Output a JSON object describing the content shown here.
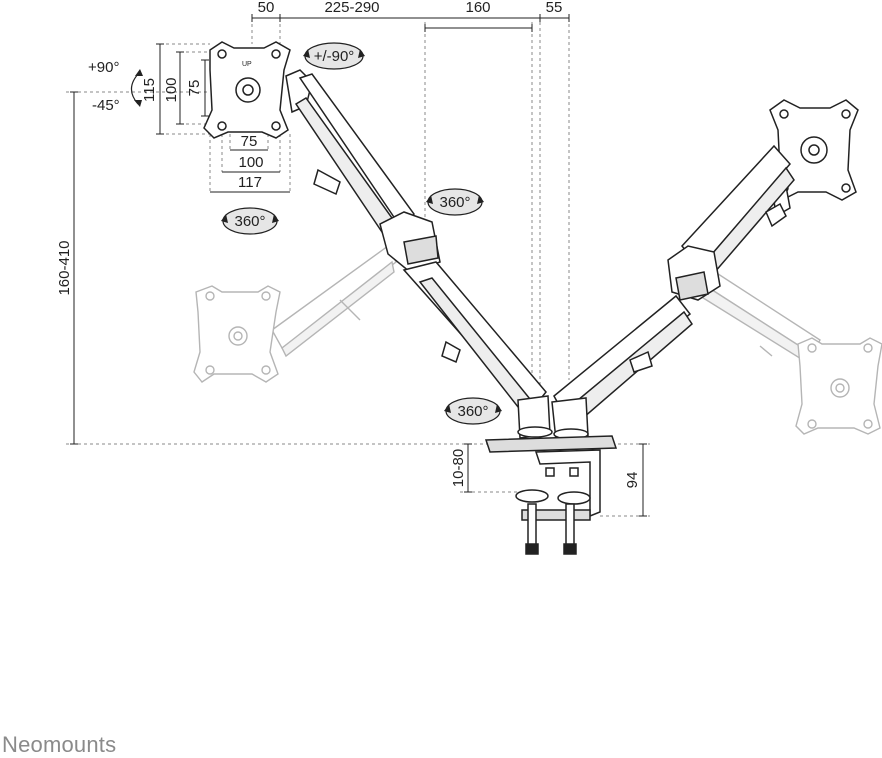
{
  "brand": {
    "name": "Neomounts"
  },
  "dimensions": {
    "top_50": "50",
    "top_225_290": "225-290",
    "top_160": "160",
    "top_55": "55",
    "plate_115": "115",
    "plate_100_v": "100",
    "plate_75_v": "75",
    "plate_75_h": "75",
    "plate_100_h": "100",
    "plate_117_h": "117",
    "height_160_410": "160-410",
    "desk_10_80": "10-80",
    "clamp_94": "94"
  },
  "rotations": {
    "tilt_up": "+90°",
    "tilt_down": "-45°",
    "swivel": "+/-90°",
    "rotate_plate": "360°",
    "rotate_upper": "360°",
    "rotate_lower": "360°"
  },
  "plate_label": "UP",
  "colors": {
    "line": "#222222",
    "ghost": "#b5b5b5",
    "dash": "#888888",
    "ellipse_fill": "#e6e6e6",
    "brand": "#8a8a8a"
  }
}
